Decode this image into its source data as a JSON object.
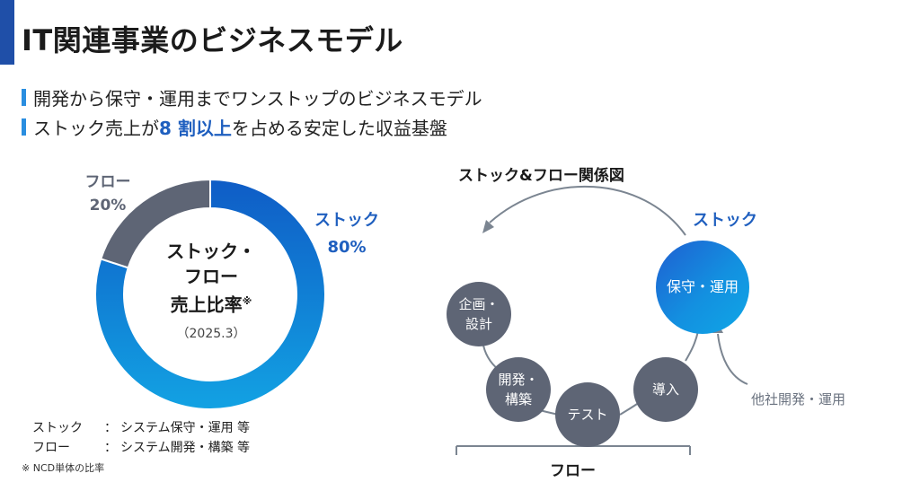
{
  "header": {
    "title": "IT関連事業のビジネスモデル"
  },
  "bullets": {
    "b1": "開発から保守・運用までワンストップのビジネスモデル",
    "b2_pre": "ストック売上が",
    "b2_hl": "8 割以上",
    "b2_post": "を占める安定した収益基盤"
  },
  "donut": {
    "center_l1": "ストック・",
    "center_l2": "フロー",
    "center_l3": "売上比率",
    "center_mark": "※",
    "date": "（2025.3）",
    "stock_label": "ストック",
    "stock_pct": "80%",
    "flow_label": "フロー",
    "flow_pct": "20%"
  },
  "chart_data": {
    "type": "pie",
    "categories": [
      "ストック",
      "フロー"
    ],
    "values": [
      80,
      20
    ],
    "colors": [
      "#1a8ae3",
      "#5e6575"
    ]
  },
  "legend": {
    "stock_key": "ストック",
    "stock_colon": "：",
    "stock_desc": "システム保守・運用 等",
    "flow_key": "フロー",
    "flow_colon": "：",
    "flow_desc": "システム開発・構築 等"
  },
  "note": "※ NCD単体の比率",
  "diagram": {
    "title": "ストック&フロー関係図",
    "stock_label": "ストック",
    "stock_node": "保守・運用",
    "node_kikaku_l1": "企画・",
    "node_kikaku_l2": "設計",
    "node_kaihatsu_l1": "開発・",
    "node_kaihatsu_l2": "構築",
    "node_test": "テスト",
    "node_dounyu": "導入",
    "external": "他社開発・運用",
    "flow_label": "フロー"
  },
  "colors": {
    "accent": "#1f4fa8",
    "blue": "#1a8ae3",
    "gray": "#5e6575",
    "arrow": "#7b8591"
  }
}
